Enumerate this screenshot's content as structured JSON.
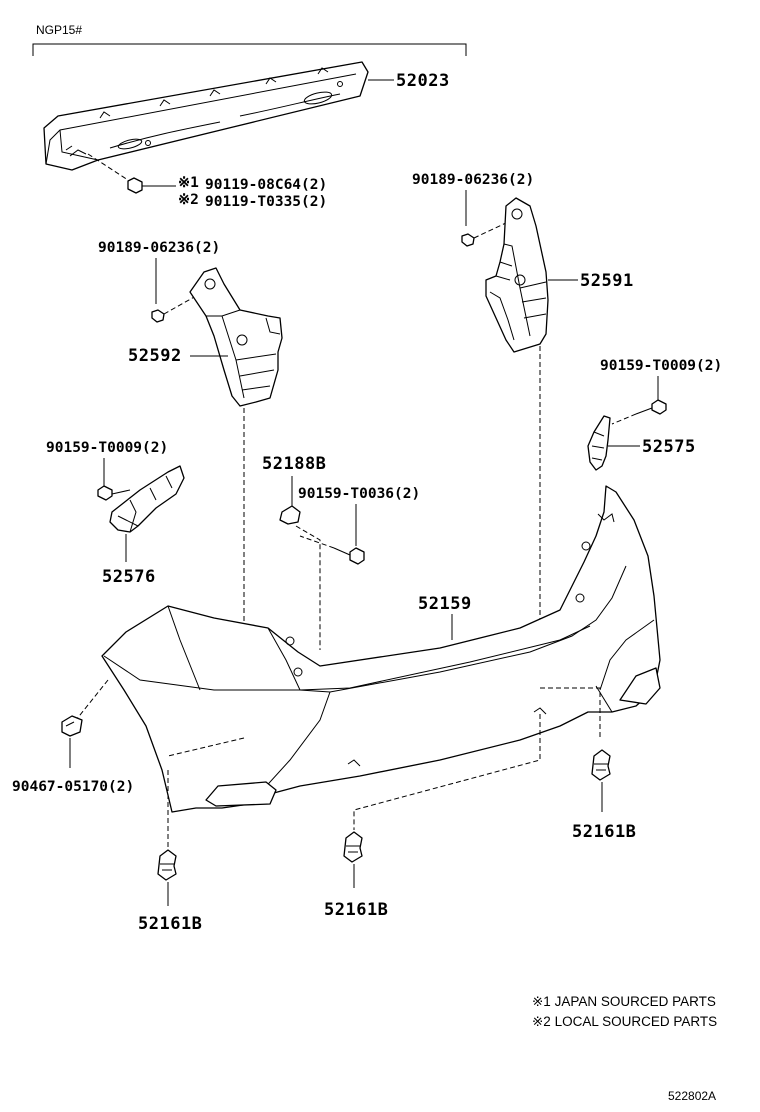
{
  "header": {
    "model_code": "NGP15#"
  },
  "parts": {
    "reinforcement": "52023",
    "bolt_reinf_1_mark": "※1",
    "bolt_reinf_1": "90119-08C64(2)",
    "bolt_reinf_2_mark": "※2",
    "bolt_reinf_2": "90119-T0335(2)",
    "nut_right": "90189-06236(2)",
    "nut_left": "90189-06236(2)",
    "retainer_right": "52591",
    "retainer_left": "52592",
    "screw_right": "90159-T0009(2)",
    "support_right": "52575",
    "screw_left": "90159-T0009(2)",
    "support_left": "52576",
    "clip_center": "52188B",
    "screw_center": "90159-T0036(2)",
    "bumper_cover": "52159",
    "clip_side": "90467-05170(2)",
    "clip_bottom_left": "52161B",
    "clip_bottom_center": "52161B",
    "clip_bottom_right": "52161B"
  },
  "notes": [
    "※1 JAPAN SOURCED PARTS",
    "※2 LOCAL SOURCED PARTS"
  ],
  "diagram_id": "522802A"
}
